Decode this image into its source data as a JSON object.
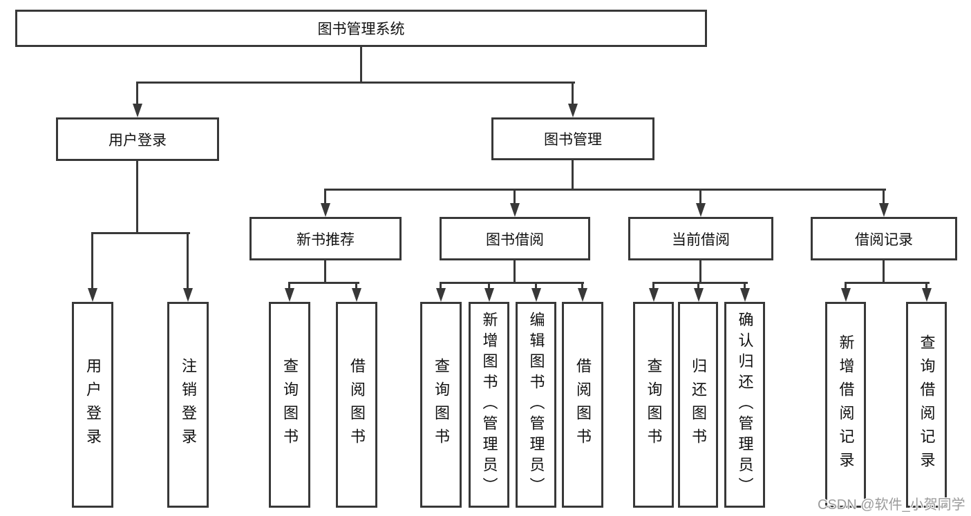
{
  "nodes": {
    "root": {
      "label": "图书管理系统"
    },
    "level2": [
      {
        "label": "用户登录"
      },
      {
        "label": "图书管理"
      }
    ],
    "level3": [
      {
        "label": "新书推荐",
        "parent": "图书管理"
      },
      {
        "label": "图书借阅",
        "parent": "图书管理"
      },
      {
        "label": "当前借阅",
        "parent": "图书管理"
      },
      {
        "label": "借阅记录",
        "parent": "图书管理"
      }
    ],
    "leaves": [
      {
        "label": "用户登录",
        "parent": "用户登录"
      },
      {
        "label": "注销登录",
        "parent": "用户登录"
      },
      {
        "label": "查询图书",
        "parent": "新书推荐"
      },
      {
        "label": "借阅图书",
        "parent": "新书推荐"
      },
      {
        "label": "查询图书",
        "parent": "图书借阅"
      },
      {
        "label": "新增图书（管理员）",
        "parent": "图书借阅"
      },
      {
        "label": "编辑图书（管理员）",
        "parent": "图书借阅"
      },
      {
        "label": "借阅图书",
        "parent": "图书借阅"
      },
      {
        "label": "查询图书",
        "parent": "当前借阅"
      },
      {
        "label": "归还图书",
        "parent": "当前借阅"
      },
      {
        "label": "确认归还（管理员）",
        "parent": "当前借阅"
      },
      {
        "label": "新增借阅记录",
        "parent": "借阅记录"
      },
      {
        "label": "查询借阅记录",
        "parent": "借阅记录"
      }
    ]
  },
  "watermark": {
    "text": "CSDN @软件_小贺同学"
  },
  "colors": {
    "line": "#383838",
    "text": "#1a1a1a",
    "background": "#ffffff",
    "watermark": "#9b9b9b"
  }
}
